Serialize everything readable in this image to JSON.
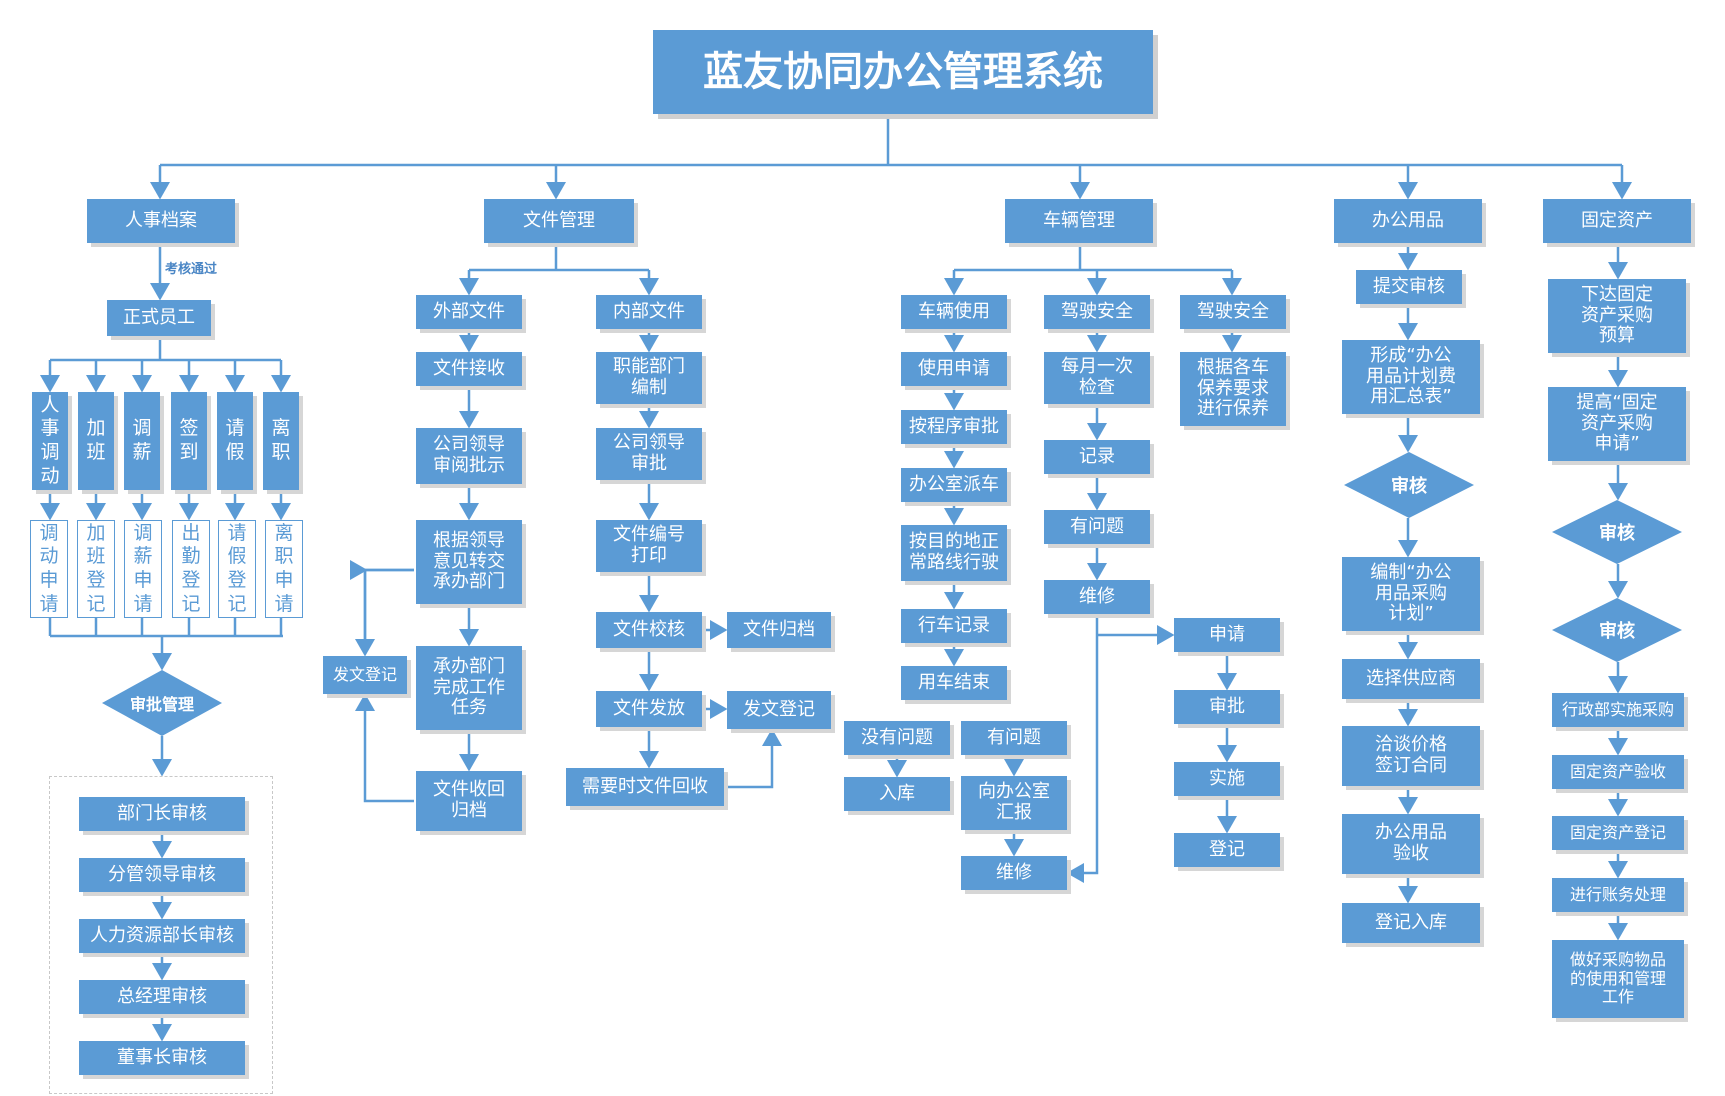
{
  "title": "蓝友协同办公管理系统",
  "hr": {
    "label": "人事档案",
    "pass_note": "考核通过",
    "regular": "正式员工",
    "types": [
      {
        "top": "人\n事\n调\n动",
        "bottom": "调\n动\n申\n请"
      },
      {
        "top": "加\n班",
        "bottom": "加\n班\n登\n记"
      },
      {
        "top": "调\n薪",
        "bottom": "调\n薪\n申\n请"
      },
      {
        "top": "签\n到",
        "bottom": "出\n勤\n登\n记"
      },
      {
        "top": "请\n假",
        "bottom": "请\n假\n登\n记"
      },
      {
        "top": "离\n职",
        "bottom": "离\n职\n申\n请"
      }
    ],
    "approval": "审批管理",
    "approval_steps": [
      "部门长审核",
      "分管领导审核",
      "人力资源部长审核",
      "总经理审核",
      "董事长审核"
    ]
  },
  "docs": {
    "label": "文件管理",
    "external": "外部文件",
    "external_steps": [
      "文件接收",
      "公司领导\n审阅批示",
      "根据领导\n意见转交\n承办部门",
      "承办部门\n完成工作\n任务",
      "文件收回\n归档"
    ],
    "send_register_left": "发文登记",
    "internal": "内部文件",
    "internal_steps": [
      "职能部门\n编制",
      "公司领导\n审批",
      "文件编号\n打印",
      "文件校核",
      "文件发放",
      "需要时文件回收"
    ],
    "archive": "文件归档",
    "send_register_right": "发文登记"
  },
  "vehicle": {
    "label": "车辆管理",
    "use": "车辆使用",
    "use_steps": [
      "使用申请",
      "按程序审批",
      "办公室派车",
      "按目的地正\n常路线行驶",
      "行车记录",
      "用车结束"
    ],
    "no_problem": "没有问题",
    "store": "入库",
    "has_problem": "有问题",
    "report": "向办公室\n汇报",
    "repair_bottom": "维修",
    "safety1": "驾驶安全",
    "safety1_steps": [
      "每月一次\n检查",
      "记录",
      "有问题",
      "维修"
    ],
    "repair_flow": [
      "申请",
      "审批",
      "实施",
      "登记"
    ],
    "safety2": "驾驶安全",
    "safety2_step": "根据各车\n保养要求\n进行保养"
  },
  "office": {
    "label": "办公用品",
    "submit": "提交审核",
    "summary": "形成“办公\n用品计划费\n用汇总表”",
    "review": "审核",
    "plan": "编制“办公\n用品采购\n计划”",
    "supplier": "选择供应商",
    "contract": "洽谈价格\n签订合同",
    "accept": "办公用品\n验收",
    "register": "登记入库"
  },
  "assets": {
    "label": "固定资产",
    "budget": "下达固定\n资产采购\n预算",
    "apply": "提高“固定\n资产采购\n申请”",
    "review1": "审核",
    "review2": "审核",
    "steps": [
      "行政部实施采购",
      "固定资产验收",
      "固定资产登记",
      "进行账务处理",
      "做好采购物品\n的使用和管理\n工作"
    ]
  },
  "colors": {
    "box": "#5b9bd5",
    "line": "#5b9bd5",
    "text": "#ffffff"
  }
}
